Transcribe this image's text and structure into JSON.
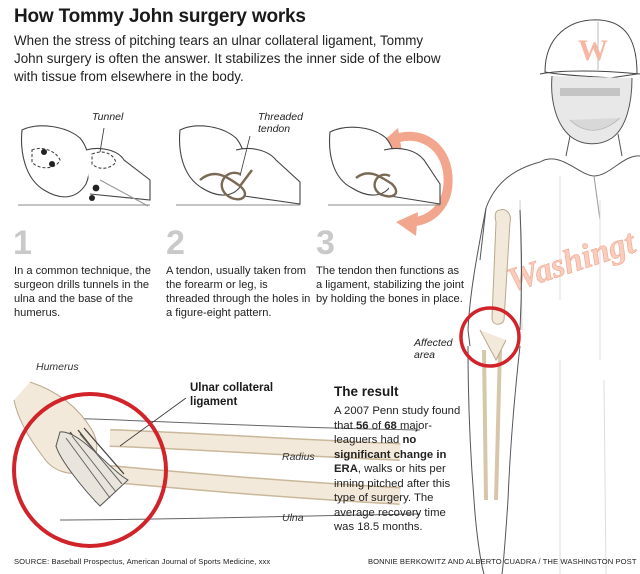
{
  "title": "How Tommy John surgery works",
  "intro": "When the stress of pitching tears an ulnar collateral ligament, Tommy John surgery is often the answer. It stabilizes the inner side of the elbow with tissue from elsewhere in the body.",
  "steps": [
    {
      "label": "Tunnel",
      "number": "1",
      "text": "In a common technique, the surgeon drills tunnels in the ulna and the base of the humerus."
    },
    {
      "label": "Threaded tendon",
      "number": "2",
      "text": "A tendon, usually taken from the forearm or leg, is threaded through the holes in a figure-eight pattern."
    },
    {
      "label": "",
      "number": "3",
      "text": "The tendon then functions as a ligament, stabilizing the joint by holding the bones in place."
    }
  ],
  "figure_labels": {
    "affected_area": "Affected area",
    "jersey_text": "Washington",
    "humerus": "Humerus",
    "ligament": "Ulnar collateral ligament",
    "radius": "Radius",
    "ulna": "Ulna"
  },
  "result": {
    "heading": "The result",
    "text_1": "A 2007 Penn study found that ",
    "stat_a": "56",
    "text_2": " of ",
    "stat_b": "68",
    "text_3": " major-leaguers had ",
    "emphasis": "no significant change in ERA",
    "text_4": ", walks or hits per inning pitched after this type of surgery. The average recovery time was 18.5 months."
  },
  "footer": {
    "source": "SOURCE: Baseball Prospectus, American Journal of Sports Medicine, xxx",
    "credit": "BONNIE BERKOWITZ AND ALBERTO CUADRA / THE WASHINGTON POST"
  },
  "colors": {
    "accent_red": "#d0232a",
    "arrow_salmon": "#f2a68e",
    "step_gray": "#c9c9c9",
    "bone_fill": "#f3e9da"
  }
}
